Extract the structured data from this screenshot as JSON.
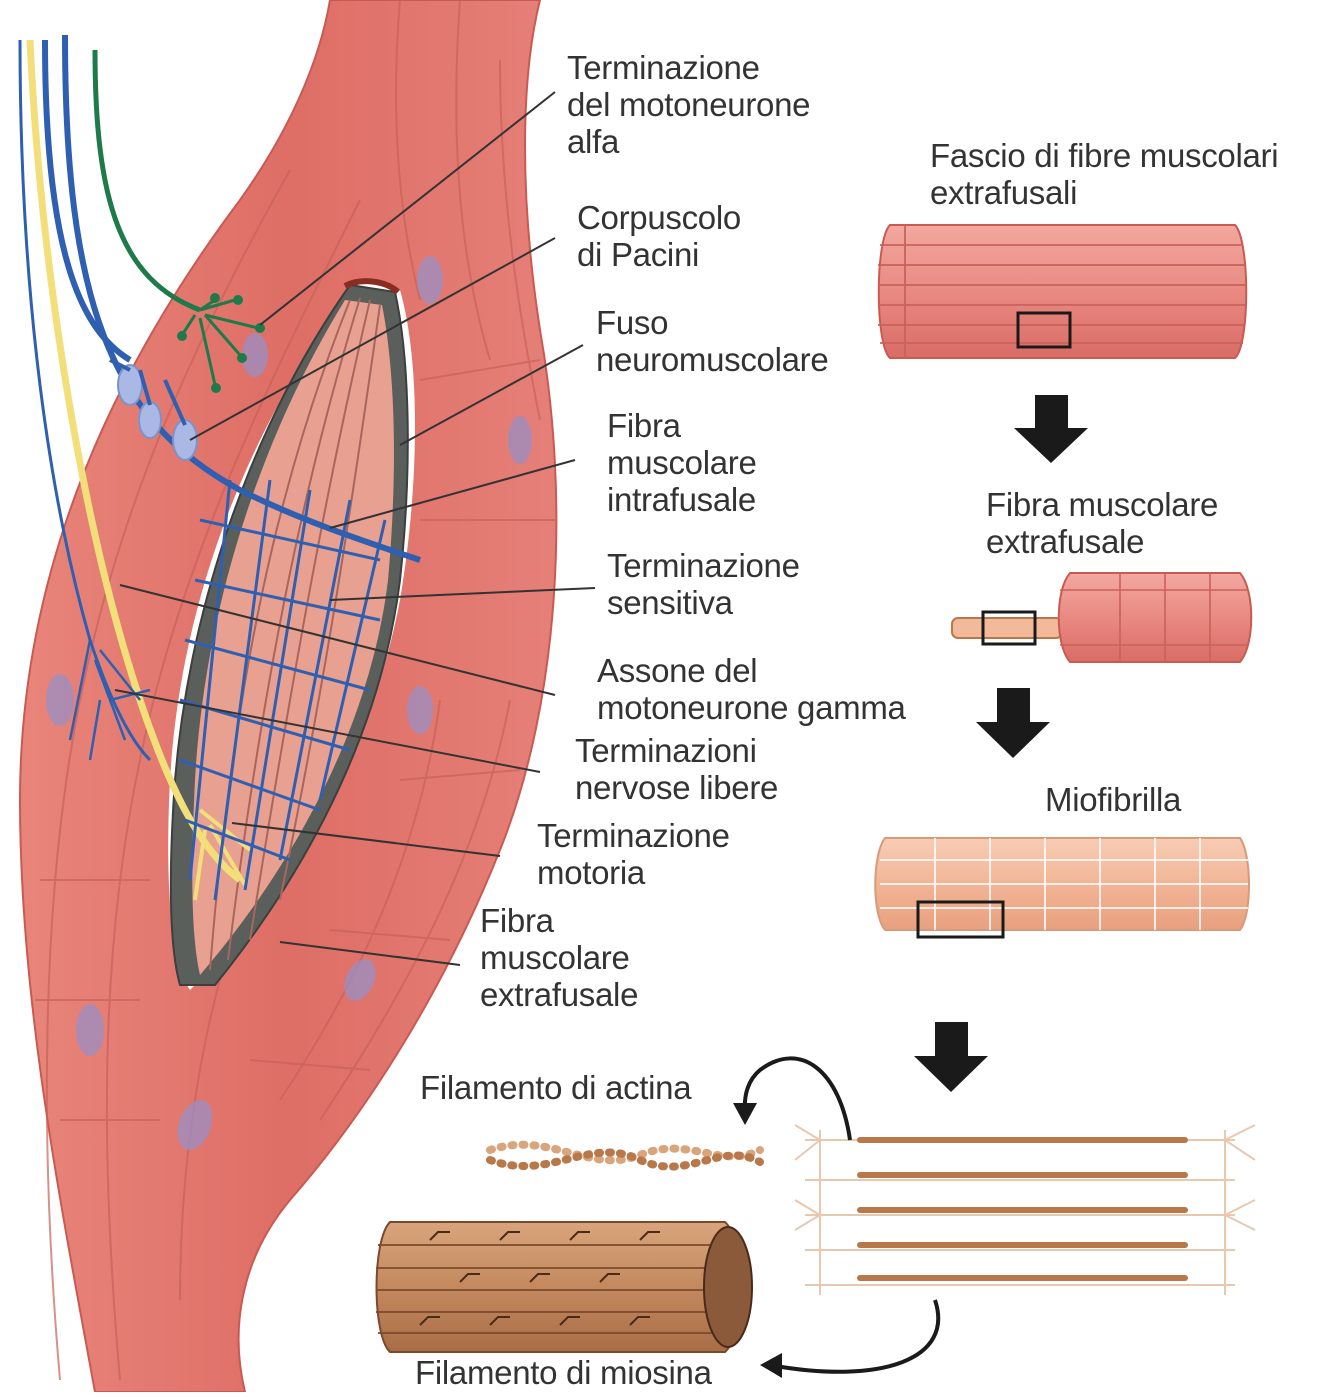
{
  "left_labels": {
    "alpha_ending": "Terminazione\ndel motoneurone\nalfa",
    "pacini": "Corpuscolo\ndi Pacini",
    "spindle": "Fuso\nneuromuscolare",
    "intrafusal": "Fibra\nmuscolare\nintrafusale",
    "sensory": "Terminazione\nsensitiva",
    "gamma_axon": "Assone del\nmotoneurone gamma",
    "free_endings": "Terminazioni\nnervose libere",
    "motor": "Terminazione\nmotoria",
    "extrafusal": "Fibra\nmuscolare\nextrafusale"
  },
  "right_labels": {
    "bundle": "Fascio di fibre muscolari\nextrafusali",
    "fiber": "Fibra muscolare\nextrafusale",
    "myofibril": "Miofibrilla",
    "actin": "Filamento di actina",
    "myosin": "Filamento di miosina"
  },
  "colors": {
    "muscle": "#e0736a",
    "muscle_light": "#f0a49a",
    "muscle_dark": "#c95a52",
    "myofibril": "#f2b99a",
    "filament": "#b8784a",
    "spindle_capsule": "#5a5f5c",
    "nerve_blue": "#2f5fb0",
    "nerve_yellow": "#f2df7a",
    "nerve_green": "#1f7a4a",
    "leader": "#333333",
    "arrow": "#1a1a1a"
  }
}
